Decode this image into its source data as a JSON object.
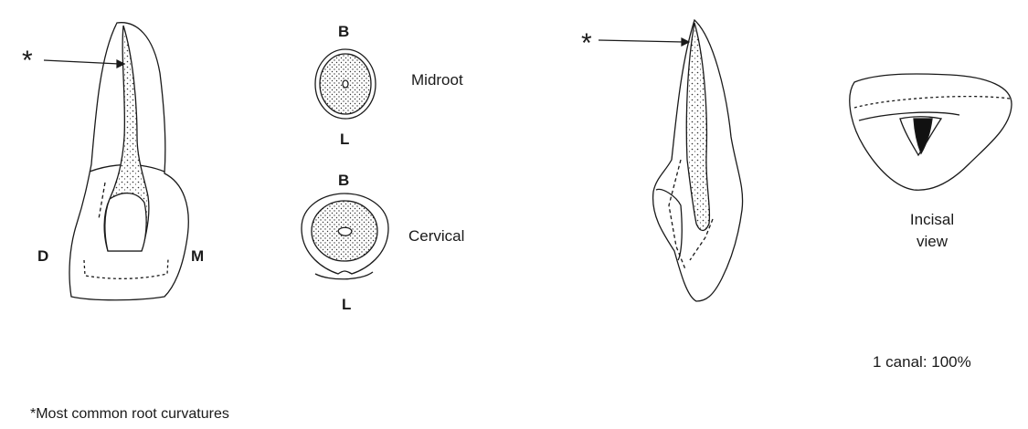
{
  "figure": {
    "left_tooth": {
      "curvature_marker": "*",
      "distal_label": "D",
      "mesial_label": "M"
    },
    "cross_sections": {
      "midroot": {
        "buccal_label": "B",
        "lingual_label": "L",
        "level_label": "Midroot"
      },
      "cervical": {
        "buccal_label": "B",
        "lingual_label": "L",
        "level_label": "Cervical"
      }
    },
    "right_tooth": {
      "curvature_marker": "*"
    },
    "incisal": {
      "label_line1": "Incisal",
      "label_line2": "view"
    },
    "canal_stat": "1 canal: 100%",
    "footnote": "*Most common root curvatures"
  },
  "colors": {
    "ink": "#1a1a1a",
    "background": "#ffffff"
  }
}
